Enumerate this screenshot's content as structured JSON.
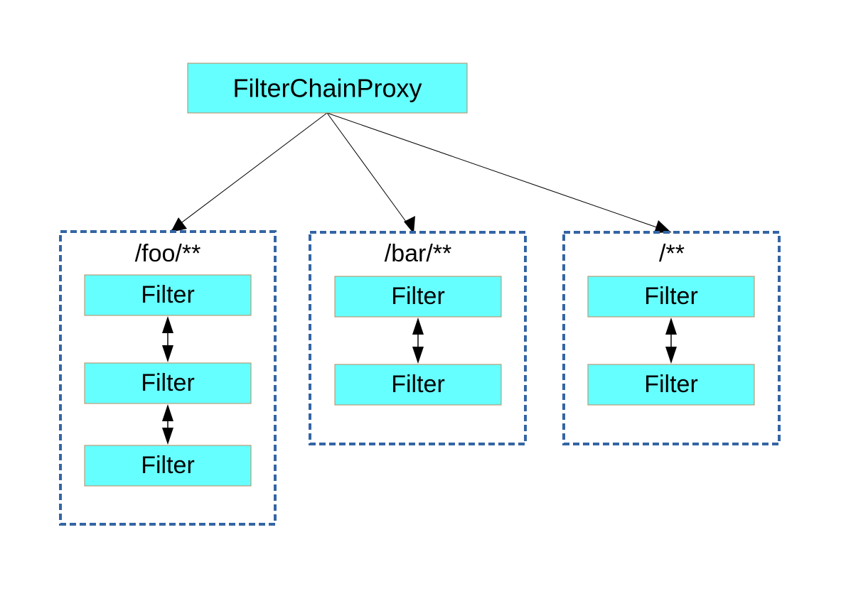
{
  "proxy": {
    "label": "FilterChainProxy"
  },
  "chains": [
    {
      "pattern": "/foo/**",
      "filters": [
        "Filter",
        "Filter",
        "Filter"
      ]
    },
    {
      "pattern": "/bar/**",
      "filters": [
        "Filter",
        "Filter"
      ]
    },
    {
      "pattern": "/**",
      "filters": [
        "Filter",
        "Filter"
      ]
    }
  ],
  "colors": {
    "box_fill": "#66ffff",
    "box_stroke": "#b8895c",
    "chain_border": "#3465a4",
    "line": "#000000"
  }
}
